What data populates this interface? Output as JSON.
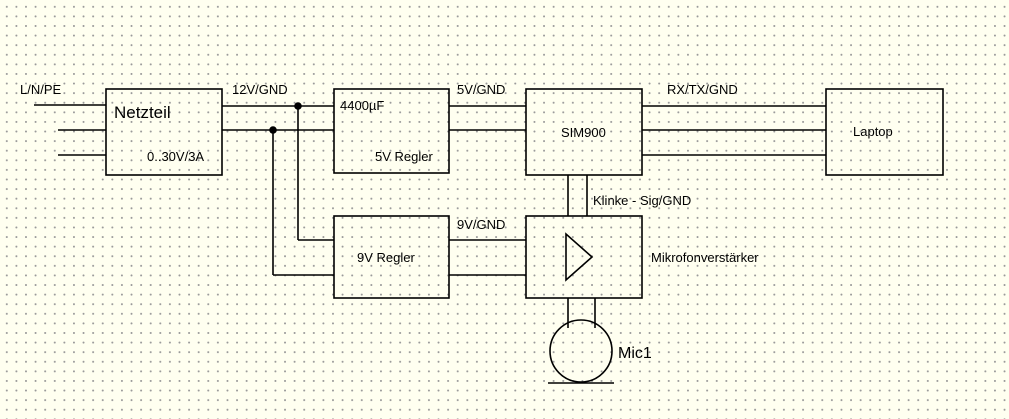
{
  "blocks": {
    "netzteil": {
      "name": "Netzteil",
      "rating": "0..30V/3A"
    },
    "capacitor": {
      "value": "4400µF"
    },
    "regler5v": {
      "name": "5V Regler"
    },
    "sim900": {
      "name": "SIM900"
    },
    "laptop": {
      "name": "Laptop"
    },
    "regler9v": {
      "name": "9V Regler"
    },
    "amplifier": {
      "name": "Mikrofonverstärker"
    },
    "microphone": {
      "name": "Mic1"
    }
  },
  "wires": {
    "mains": "L/N/PE",
    "supply_12v": "12V/GND",
    "supply_5v": "5V/GND",
    "serial": "RX/TX/GND",
    "supply_9v": "9V/GND",
    "audio": "Klinke - Sig/GND"
  }
}
